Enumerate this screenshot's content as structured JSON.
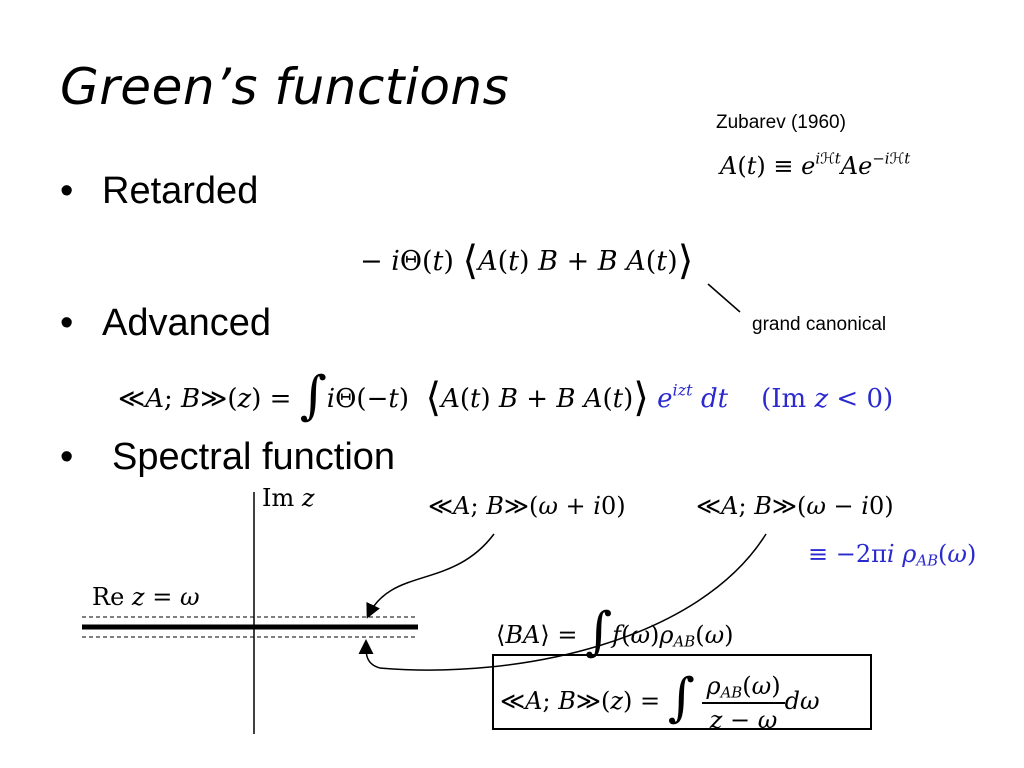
{
  "slide": {
    "title": "Green’s functions",
    "bullets": {
      "retarded": "Retarded",
      "advanced": "Advanced",
      "spectral": "Spectral function"
    },
    "bullet_symbol": "•",
    "annotations": {
      "zubarev": "Zubarev (1960)",
      "grand_canonical": "grand canonical"
    }
  },
  "math": {
    "heisenberg": "A(t) ≡ e^{iℋt} A e^{−iℋt}",
    "retarded_expr": "− iΘ(t) ⟨A(t) B + B A(t)⟩",
    "advanced_lhs": "≪A; B≫(z) =",
    "advanced_integrand": "iΘ(−t)  ⟨A(t) B + B A(t)⟩",
    "advanced_exp": "e^{izt} dt",
    "advanced_condition": "(Im z < 0)",
    "im_axis": "Im z",
    "re_axis": "Re z = ω",
    "gf_upper": "≪A; B≫(ω + i0)",
    "gf_lower": "≪A; B≫(ω − i0)",
    "spectral_def": "≡ −2πi ρ_AB(ω)",
    "ba_avg": "⟨BA⟩ = ∫ f(ω)ρ_AB(ω)",
    "spectral_rep": "≪A; B≫(z) = ∫ ρ_AB(ω)/(z − ω) dω"
  },
  "colors": {
    "text": "#000000",
    "blue": "#2a2acf",
    "background": "#ffffff"
  }
}
